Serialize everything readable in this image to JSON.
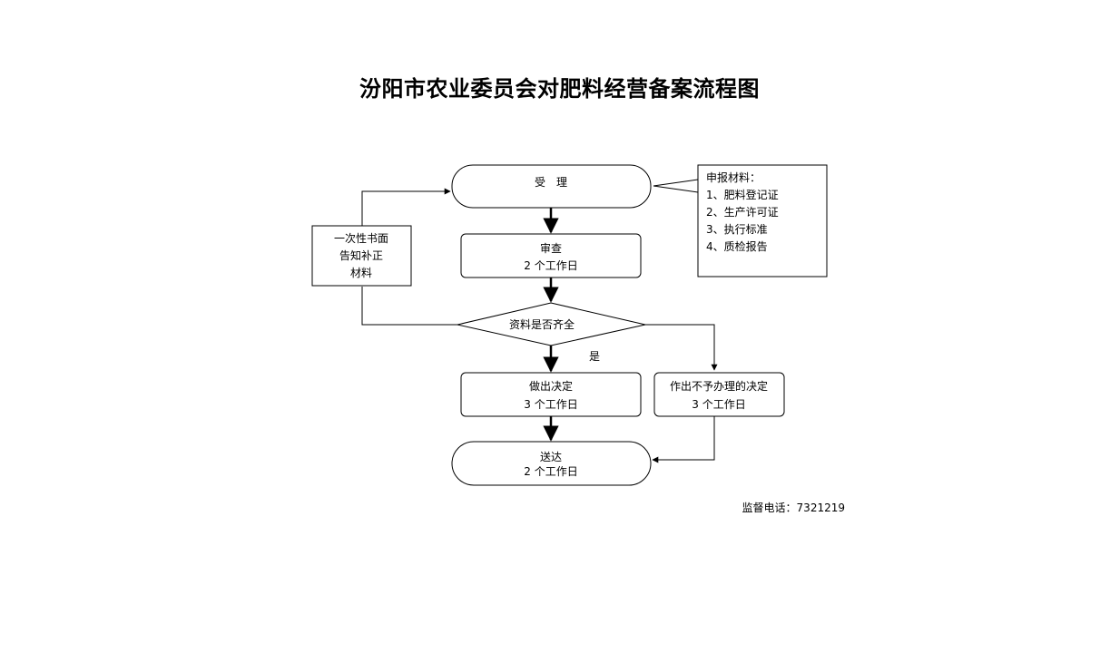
{
  "title": "汾阳市农业委员会对肥料经营备案流程图",
  "nodes": {
    "accept": {
      "label": "受　理"
    },
    "review": {
      "line1": "审查",
      "line2": "2 个工作日"
    },
    "decision": {
      "label": "资料是否齐全"
    },
    "make_decision": {
      "line1": "做出决定",
      "line2": "3 个工作日"
    },
    "reject": {
      "line1": "作出不予办理的决定",
      "line2": "3 个工作日"
    },
    "deliver": {
      "line1": "送达",
      "line2": "2 个工作日"
    },
    "supplement": {
      "line1": "一次性书面",
      "line2": "告知补正",
      "line3": "材料"
    }
  },
  "materials": {
    "heading": "申报材料：",
    "items": [
      "1、肥料登记证",
      "2、生产许可证",
      "3、执行标准",
      "4、质检报告"
    ]
  },
  "labels": {
    "yes": "是"
  },
  "footer": {
    "phone": "监督电话：7321219"
  }
}
